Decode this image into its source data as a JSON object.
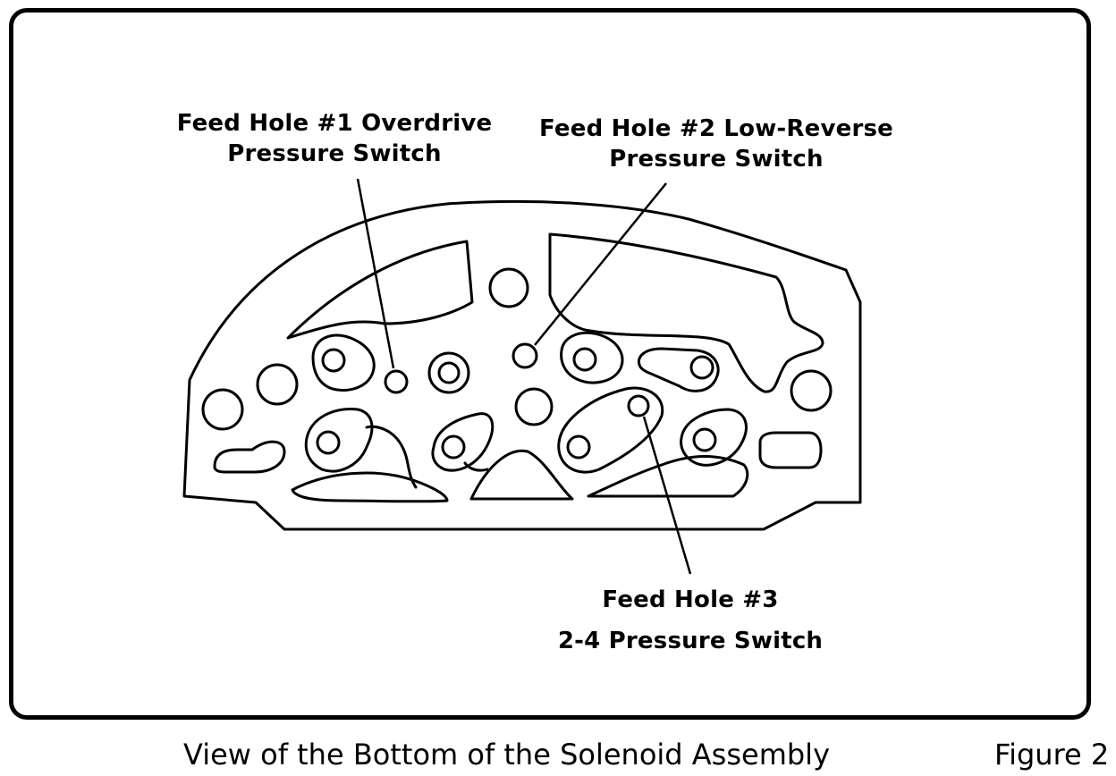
{
  "callouts": {
    "feed_hole_1": {
      "line1": "Feed Hole #1 Overdrive",
      "line2": "Pressure Switch"
    },
    "feed_hole_2": {
      "line1": "Feed Hole #2 Low-Reverse",
      "line2": "Pressure Switch"
    },
    "feed_hole_3": {
      "line1": "Feed Hole #3",
      "line2": "2-4 Pressure Switch"
    }
  },
  "caption": {
    "text": "View of the Bottom of the Solenoid Assembly",
    "figure": "Figure 2"
  },
  "colors": {
    "ink": "#000000",
    "paper": "#ffffff"
  }
}
